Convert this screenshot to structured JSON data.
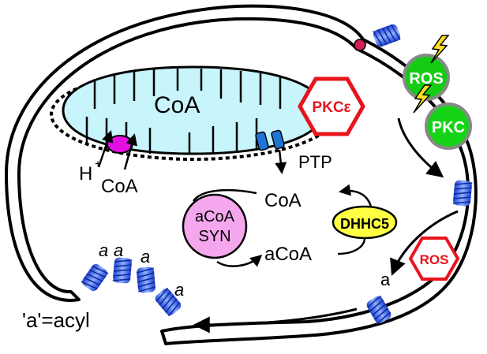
{
  "labels": {
    "mito_coa": "CoA",
    "pkc_epsilon": "PKCε",
    "h_plus": "H",
    "h_plus_sup": "+",
    "coa_in": "CoA",
    "ptp": "PTP",
    "coa_cyto": "CoA",
    "acoa_cyto": "aCoA",
    "acoa_syn_line1": "aCoA",
    "acoa_syn_line2": "SYN",
    "dhhc5": "DHHC5",
    "ros_top": "ROS",
    "pkc": "PKC",
    "ros_bottom": "ROS",
    "acyl_a1": "a",
    "acyl_a2": "a",
    "acyl_a3": "a",
    "acyl_a4": "a",
    "acyl_a5": "a",
    "legend": "'a'=acyl"
  },
  "colors": {
    "mitochondrion": "#c8f4fb",
    "pkc_epsilon_border": "#e8141c",
    "ros_green": "#15cc15",
    "pkc_green": "#17d317",
    "acoa_syn": "#f5a7ee",
    "dhhc5": "#ffff44",
    "helix_blue": "#2f5ff0",
    "h_pump": "#e20fe0",
    "ptp_blue": "#1f75d6",
    "lightning": "#ffdd22"
  },
  "icons": {
    "lightning": "lightning-bolt-icon",
    "helix": "transmembrane-helix-icon"
  }
}
